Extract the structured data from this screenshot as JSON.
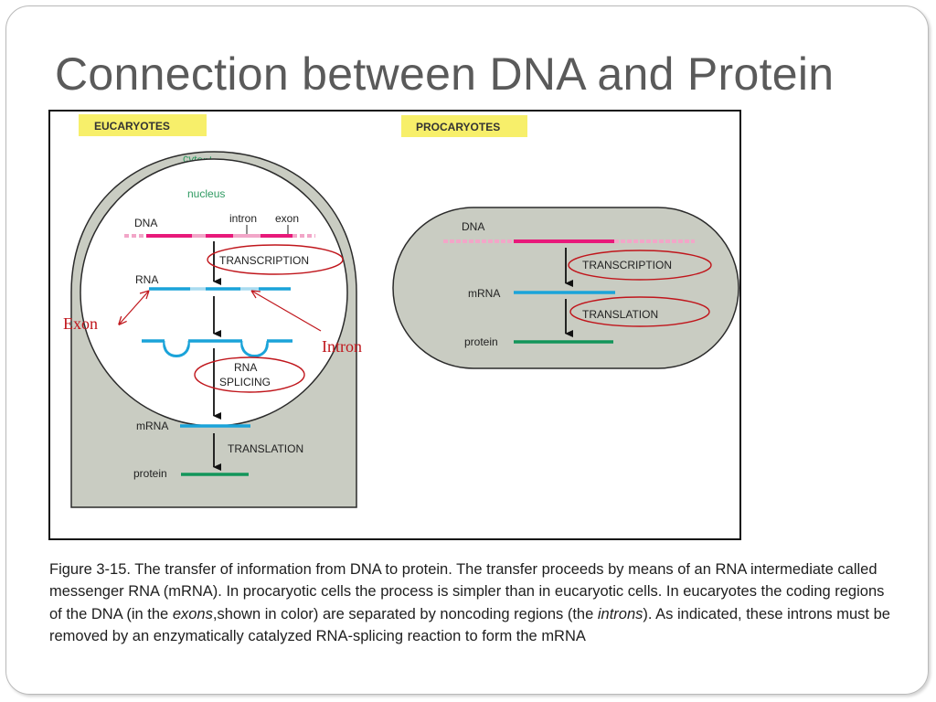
{
  "title": "Connection between DNA and Protein",
  "eucaryotes": {
    "header": "EUCARYOTES",
    "cytoplasm": "cytoplasm",
    "nucleus": "nucleus",
    "dna": "DNA",
    "intron": "intron",
    "exon": "exon",
    "transcription": "TRANSCRIPTION",
    "rna": "RNA",
    "rna_splicing_1": "RNA",
    "rna_splicing_2": "SPLICING",
    "mrna": "mRNA",
    "translation": "TRANSLATION",
    "protein": "protein"
  },
  "procaryotes": {
    "header": "PROCARYOTES",
    "dna": "DNA",
    "transcription": "TRANSCRIPTION",
    "mrna": "mRNA",
    "translation": "TRANSLATION",
    "protein": "protein"
  },
  "annotations": {
    "exon": "Exon",
    "intron": "Intron"
  },
  "caption": {
    "part1": "Figure 3-15. The transfer of information from DNA to protein. The transfer proceeds by means of an RNA intermediate called messenger RNA (mRNA). In procaryotic cells the process is simpler than in eucaryotic cells. In eucaryotes the coding regions of the DNA (in the ",
    "exons": "exons",
    "part2": ",shown in color) are separated by noncoding regions (the ",
    "introns": "introns",
    "part3": "). As indicated, these introns must be removed by an enzymatically catalyzed RNA-splicing reaction to form the mRNA"
  },
  "colors": {
    "dna": "#e8197a",
    "dna_pale": "#f2a6c8",
    "rna": "#1aa3d9",
    "rna_pale": "#a9dbf0",
    "protein": "#12955a",
    "cell_fill": "#c9ccc2",
    "header_yellow": "#f7ef6a",
    "annotation_red": "#c0161c",
    "title_gray": "#5a5a5a"
  }
}
